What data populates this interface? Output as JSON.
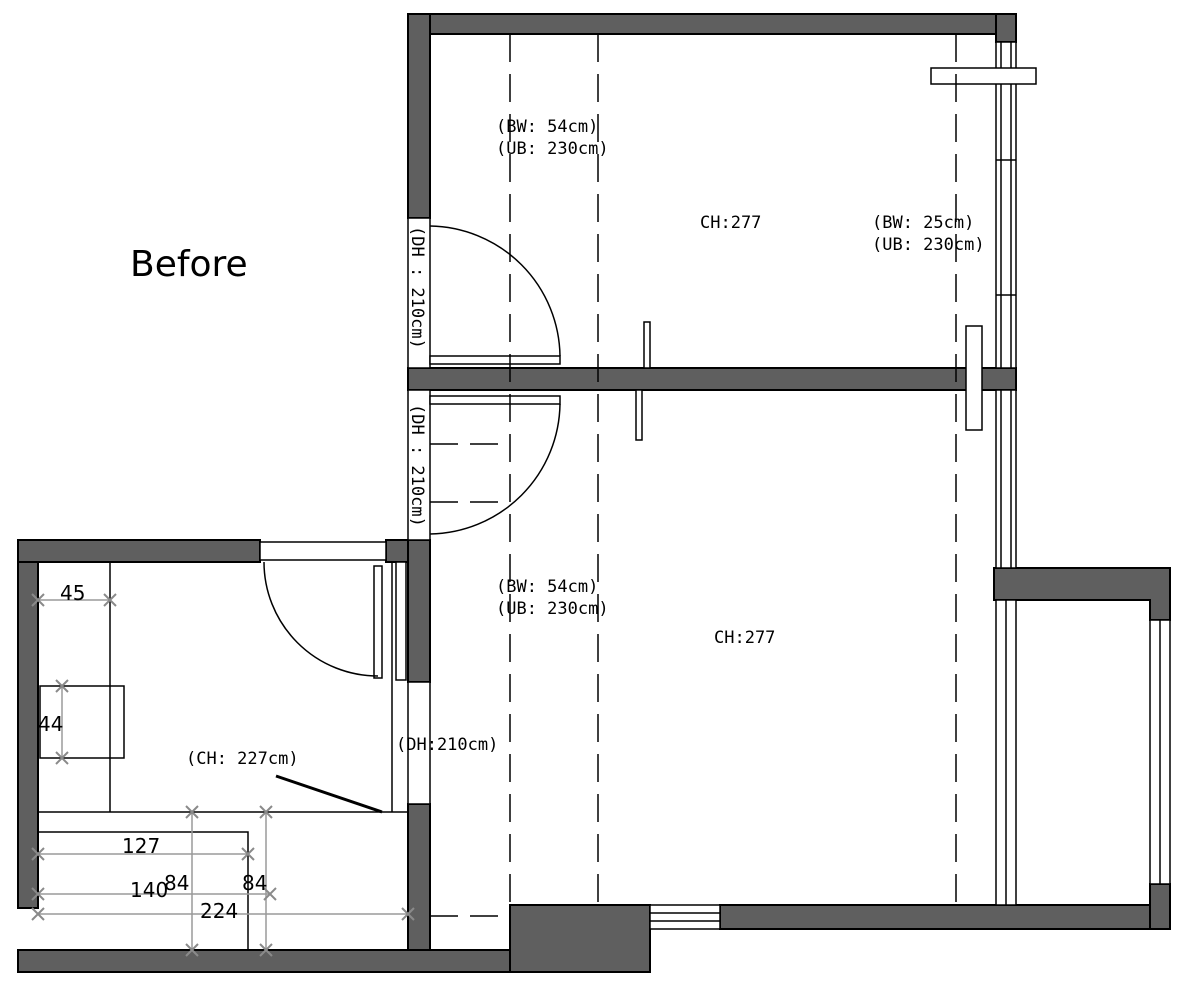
{
  "title": "Before",
  "rooms": {
    "upper": {
      "bw_note": "(BW: 54cm)",
      "ub_note": "(UB: 230cm)",
      "ceiling": "CH:277",
      "bw_note_right": "(BW: 25cm)",
      "ub_note_right": "(UB: 230cm)",
      "door_height": "(DH : 210cm)"
    },
    "lower": {
      "bw_note": "(BW: 54cm)",
      "ub_note": "(UB: 230cm)",
      "ceiling": "CH:277",
      "door_height_top": "(DH : 210cm)",
      "door_height_side": "(DH:210cm)"
    },
    "small": {
      "ceiling": "(CH: 227cm)"
    }
  },
  "dimensions": [
    "45",
    "44",
    "127",
    "140",
    "84",
    "84",
    "224"
  ],
  "colors": {
    "wall_fill": "#5f5f5f",
    "line": "#000000",
    "dimension_line": "#9a9a9a"
  }
}
